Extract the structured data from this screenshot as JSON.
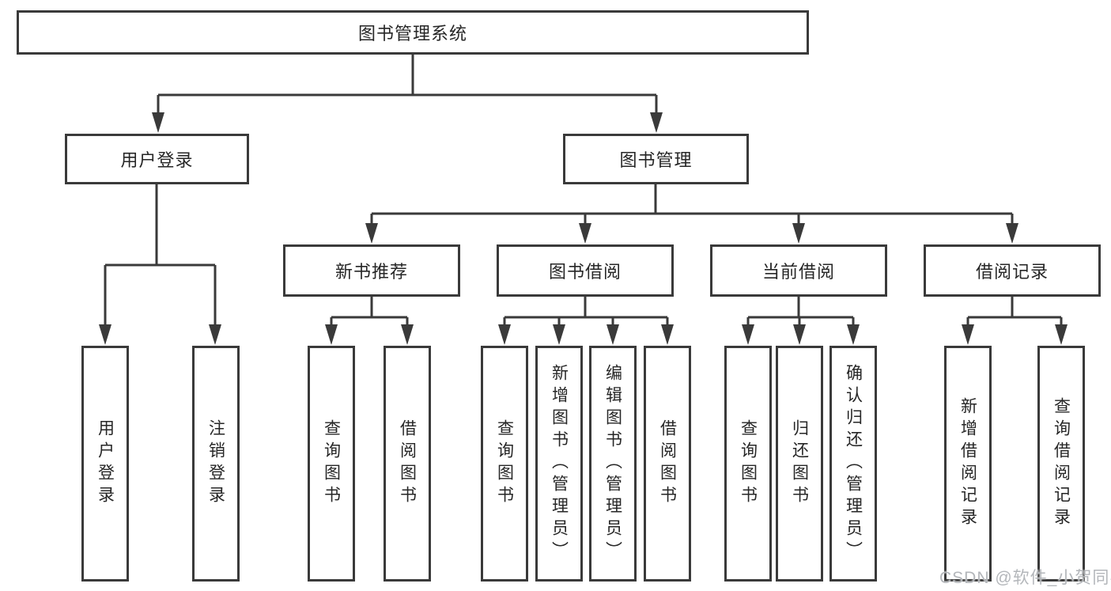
{
  "title": "图书管理系统",
  "branches": [
    {
      "label": "用户登录",
      "children": [
        {
          "label": "用户登录"
        },
        {
          "label": "注销登录"
        }
      ]
    },
    {
      "label": "图书管理",
      "children": [
        {
          "label": "新书推荐",
          "children": [
            {
              "label": "查询图书"
            },
            {
              "label": "借阅图书"
            }
          ]
        },
        {
          "label": "图书借阅",
          "children": [
            {
              "label": "查询图书"
            },
            {
              "label": "新增图书（管理员）"
            },
            {
              "label": "编辑图书（管理员）"
            },
            {
              "label": "借阅图书"
            }
          ]
        },
        {
          "label": "当前借阅",
          "children": [
            {
              "label": "查询图书"
            },
            {
              "label": "归还图书"
            },
            {
              "label": "确认归还（管理员）"
            }
          ]
        },
        {
          "label": "借阅记录",
          "children": [
            {
              "label": "新增借阅记录"
            },
            {
              "label": "查询借阅记录"
            }
          ]
        }
      ]
    }
  ],
  "watermark": "CSDN @软件_小贺同学",
  "colors": {
    "line": "#3a3a3a",
    "box_border": "#3a3a3a",
    "text": "#262626",
    "watermark": "#b3b6ba",
    "background": "#ffffff"
  }
}
